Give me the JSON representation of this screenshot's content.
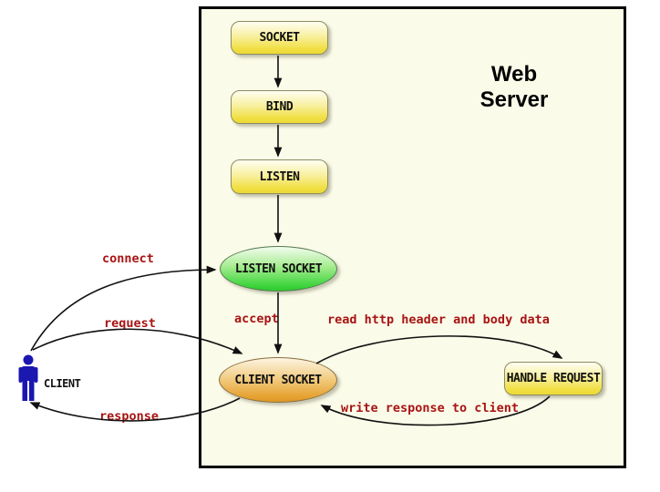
{
  "diagram": {
    "title": "Web Server",
    "nodes": {
      "socket": "SOCKET",
      "bind": "BIND",
      "listen": "LISTEN",
      "listen_socket": "LISTEN SOCKET",
      "client_socket": "CLIENT SOCKET",
      "handle_request": "HANDLE REQUEST",
      "client": "CLIENT"
    },
    "edge_labels": {
      "connect": "connect",
      "request": "request",
      "response": "response",
      "accept": "accept",
      "read_http": "read http header and body data",
      "write_response": "write response to client"
    },
    "colors": {
      "server_background": "#FBFBE9",
      "process_box_top": "#FFFEF2",
      "process_box_bottom": "#EDD936",
      "listen_socket_top": "#F2FCEE",
      "listen_socket_bottom": "#2FC82F",
      "client_socket_top": "#FCF4E2",
      "client_socket_bottom": "#DE9828",
      "edge_label_color": "#A81414",
      "client_figure_color": "#1A18B0",
      "border_color": "#000000"
    }
  }
}
